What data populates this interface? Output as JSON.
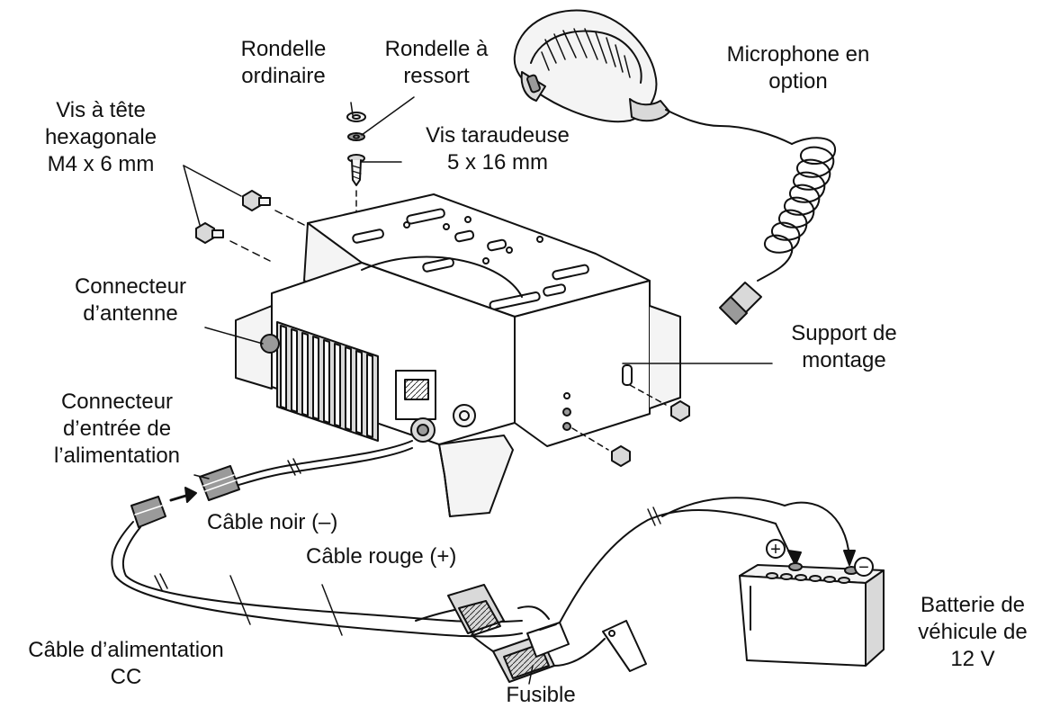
{
  "labels": {
    "rondelle_ordinaire": [
      "Rondelle",
      "ordinaire"
    ],
    "rondelle_ressort": [
      "Rondelle à",
      "ressort"
    ],
    "microphone": [
      "Microphone en",
      "option"
    ],
    "vis_hexagonale": [
      "Vis à tête",
      "hexagonale",
      "M4 x 6 mm"
    ],
    "vis_taraudeuse": [
      "Vis taraudeuse",
      "5 x 16 mm"
    ],
    "connecteur_antenne": [
      "Connecteur",
      "d’antenne"
    ],
    "support_montage": [
      "Support de",
      "montage"
    ],
    "connecteur_alimentation": [
      "Connecteur",
      "d’entrée de",
      "l’alimentation"
    ],
    "cable_noir": "Câble noir (–)",
    "cable_rouge": "Câble rouge (+)",
    "cable_alimentation": [
      "Câble d’alimentation",
      "CC"
    ],
    "fusible": "Fusible",
    "batterie": [
      "Batterie de",
      "véhicule de",
      "12 V"
    ]
  },
  "symbols": {
    "plus": "+",
    "minus": "−"
  },
  "colors": {
    "ink": "#111111",
    "fill_light": "#f4f4f4",
    "fill_mid": "#d9d9d9",
    "fill_dark": "#9a9a9a"
  }
}
